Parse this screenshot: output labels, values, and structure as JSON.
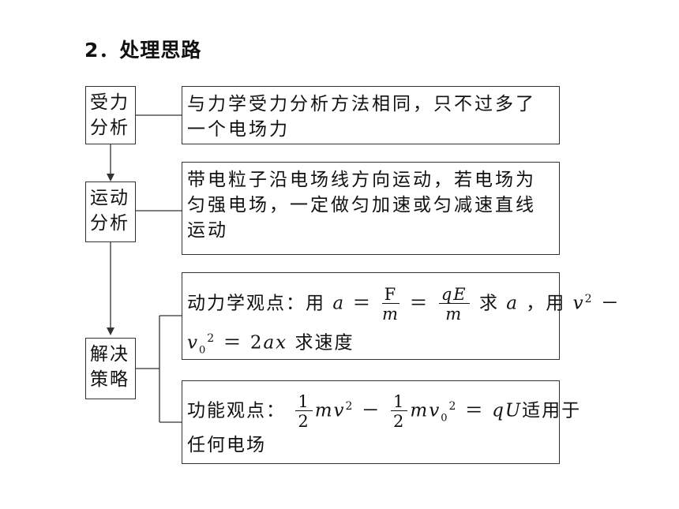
{
  "heading": "2．处理思路",
  "nodes": [
    {
      "label_lines": [
        "受力",
        "分析"
      ],
      "description_lines": [
        "与力学受力分析方法相同，只不过多了",
        "一个电场力"
      ]
    },
    {
      "label_lines": [
        "运动",
        "分析"
      ],
      "description_lines": [
        "带电粒子沿电场线方向运动，若电场为",
        "匀强电场，一定做匀加速或匀减速直线",
        "运动"
      ]
    },
    {
      "label_lines": [
        "解决",
        "策略"
      ],
      "strategies": [
        {
          "prefix": "动力学观点：用",
          "a": "a",
          "eq": "＝",
          "f_num": "F",
          "m": "m",
          "q_num": "qE",
          "tail1": "求",
          "tail2": "，用",
          "v": "v",
          "two": "2",
          "minus": "－",
          "v0": "v",
          "zero": "0",
          "rhs": "＝ 2",
          "ax": "ax",
          "suffix": "求速度"
        },
        {
          "prefix": "功能观点：",
          "one": "1",
          "two": "2",
          "mv": "mv",
          "minus": "－",
          "mv0": "mv",
          "zero": "0",
          "eq": "＝",
          "qU": "qU",
          "suffix1": "适用于",
          "suffix2": "任何电场"
        }
      ]
    }
  ],
  "colors": {
    "line": "#333333",
    "text": "#111111"
  }
}
